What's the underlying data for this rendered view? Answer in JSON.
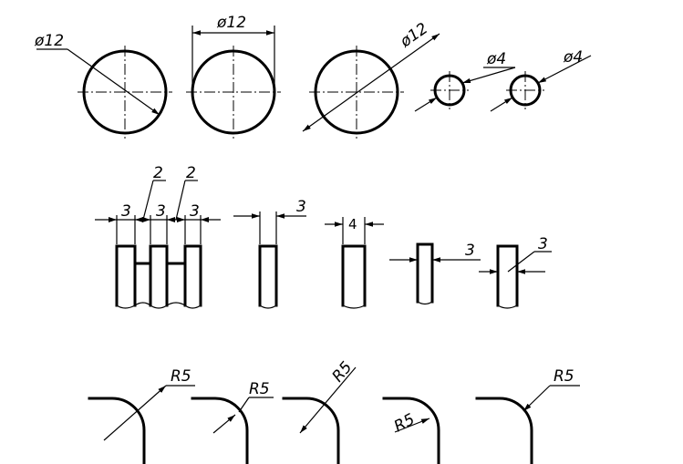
{
  "row1": {
    "c1": "ø12",
    "c2": "ø12",
    "c3": "ø12",
    "c4": "ø4",
    "c5": "ø4"
  },
  "row2": {
    "g1": {
      "top_a": "2",
      "top_b": "2",
      "a": "3",
      "b": "3",
      "c": "3"
    },
    "g2": "3",
    "g3": "4",
    "g4": "3",
    "g5": "3"
  },
  "row3": {
    "r1": "R5",
    "r2": "R5",
    "r3": "R5",
    "r4": "R5",
    "r5": "R5"
  }
}
